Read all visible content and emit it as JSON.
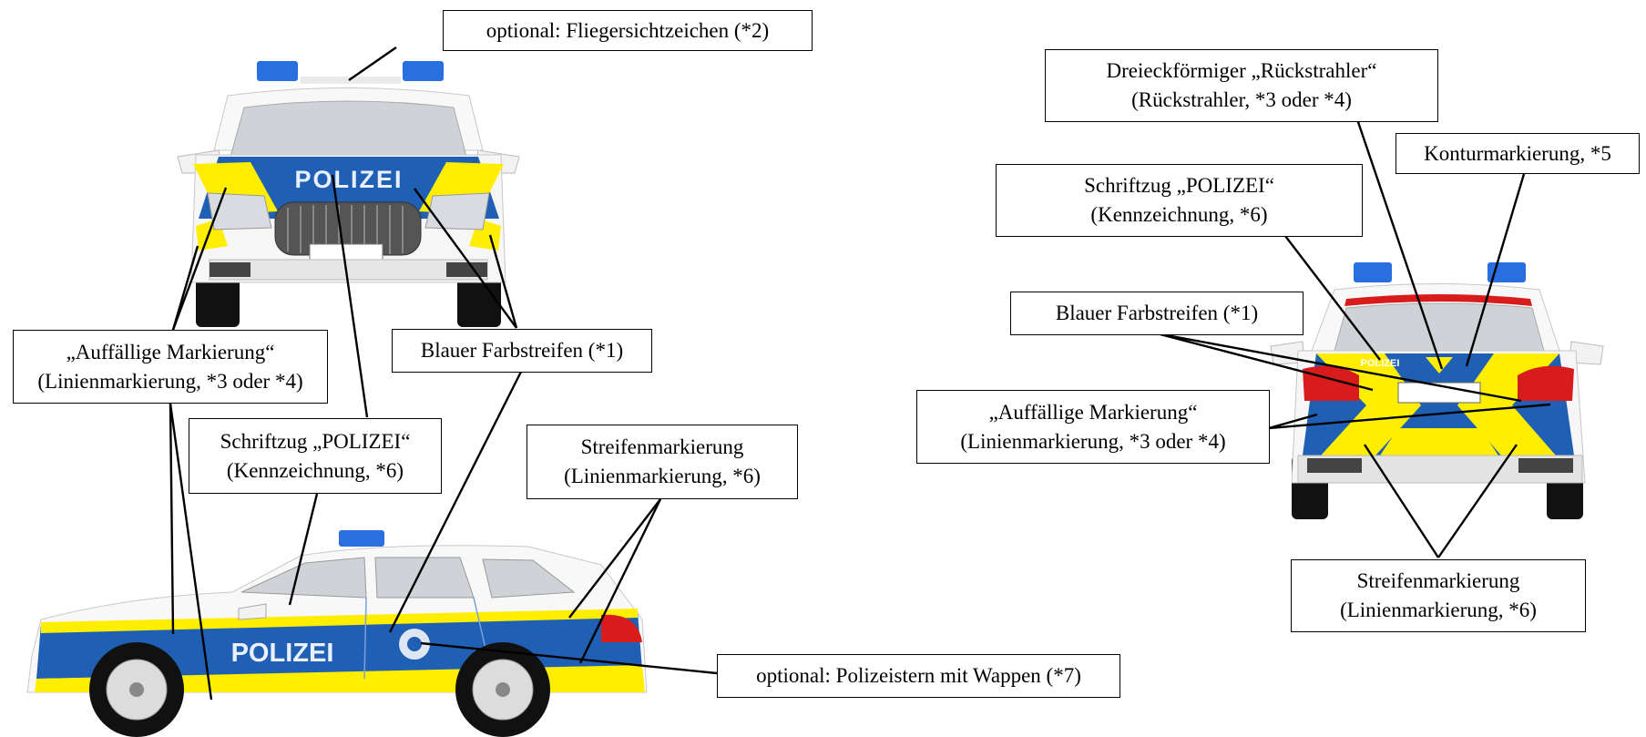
{
  "labels": {
    "flieger": {
      "line1": "optional: Fliegersichtzeichen (*2)"
    },
    "blue_stripe_front": {
      "line1": "Blauer Farbstreifen (*1)"
    },
    "auffaellig_left": {
      "line1": "„Auffällige Markierung“",
      "line2": "(Linienmarkierung, *3 oder *4)"
    },
    "schriftzug_left": {
      "line1": "Schriftzug „POLIZEI“",
      "line2": "(Kennzeichnung, *6)"
    },
    "streifen_left": {
      "line1": "Streifenmarkierung",
      "line2": "(Linienmarkierung, *6)"
    },
    "polizeistern": {
      "line1": "optional: Polizeistern mit Wappen (*7)"
    },
    "dreieck": {
      "line1": "Dreieckförmiger „Rückstrahler“",
      "line2": "(Rückstrahler, *3 oder *4)"
    },
    "kontur": {
      "line1": "Konturmarkierung, *5"
    },
    "schriftzug_right": {
      "line1": "Schriftzug „POLIZEI“",
      "line2": "(Kennzeichnung, *6)"
    },
    "blue_stripe_rear": {
      "line1": "Blauer Farbstreifen (*1)"
    },
    "auffaellig_right": {
      "line1": "„Auffällige Markierung“",
      "line2": "(Linienmarkierung, *3 oder *4)"
    },
    "streifen_right": {
      "line1": "Streifenmarkierung",
      "line2": "(Linienmarkierung, *6)"
    }
  },
  "car_text": {
    "front": "POLIZEI",
    "side": "POLIZEI",
    "rear": "POLIZEI"
  },
  "colors": {
    "police_blue": "#1f5fb4",
    "signal_yellow": "#ffee00",
    "beacon_blue": "#2a6fe0",
    "tail_red": "#d81c1c",
    "body_white": "#f8f8f8",
    "glass_grey": "#cfd2d6",
    "tire_black": "#111111"
  }
}
